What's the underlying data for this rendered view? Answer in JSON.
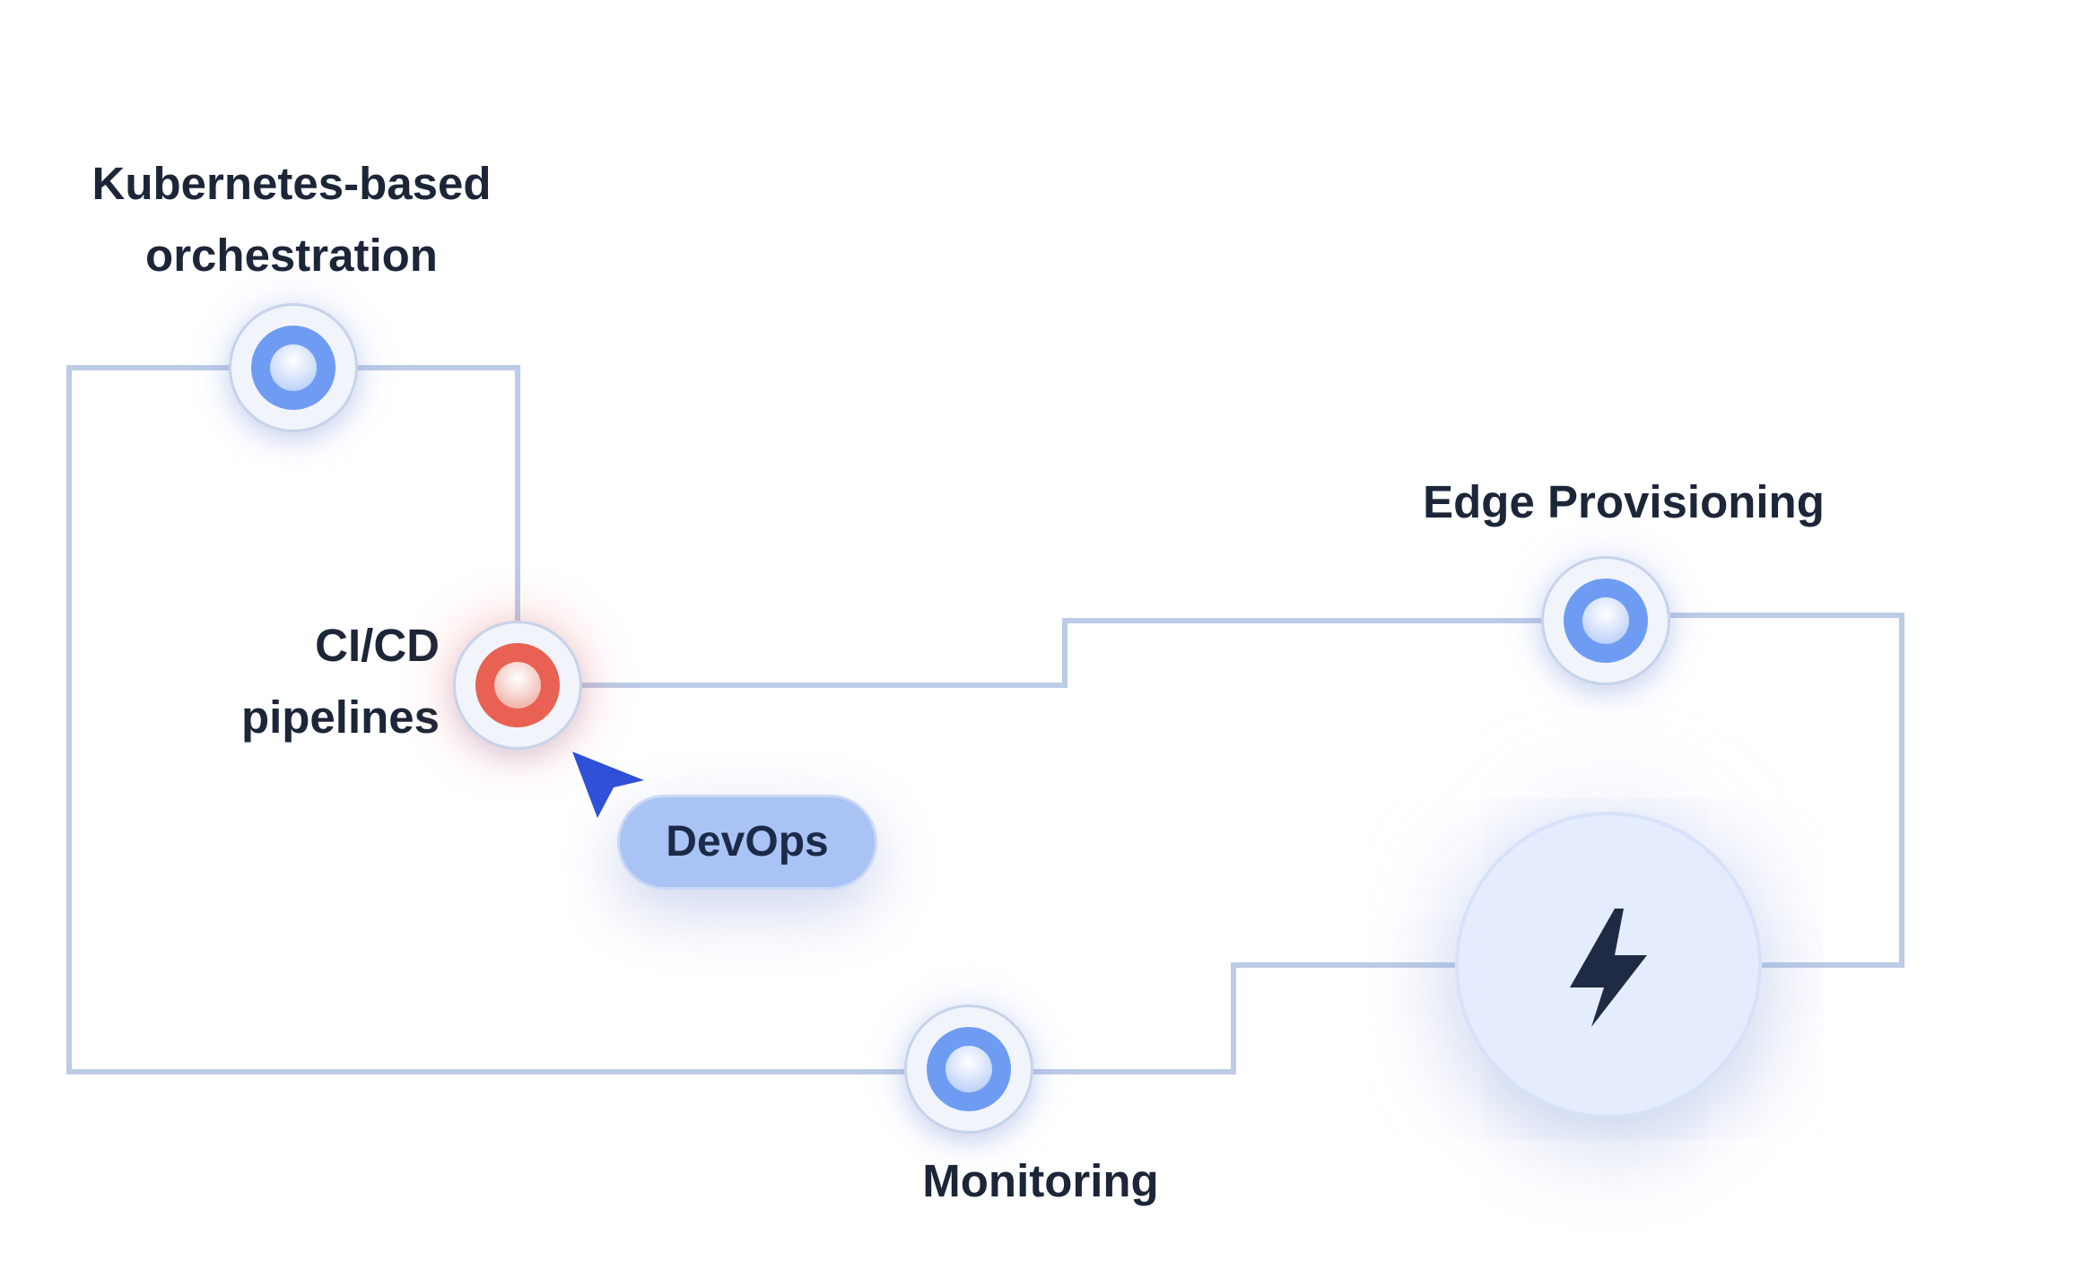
{
  "nodes": {
    "kubernetes": {
      "line1": "Kubernetes-based",
      "line2": "orchestration"
    },
    "cicd": {
      "line1": "CI/CD",
      "line2": "pipelines"
    },
    "edge": {
      "label": "Edge Provisioning"
    },
    "monitoring": {
      "label": "Monitoring"
    }
  },
  "badge": {
    "label": "DevOps"
  },
  "icons": {
    "hub": "lightning-bolt-icon",
    "pointer": "cursor-arrow-icon",
    "node": "circle-dot-icon"
  },
  "colors": {
    "line": "#bccbe6",
    "node_blue": "#6f9cf3",
    "node_red": "#e86152",
    "badge": "#a9c3f4",
    "cursor": "#2f50d8",
    "text": "#1c2638"
  }
}
